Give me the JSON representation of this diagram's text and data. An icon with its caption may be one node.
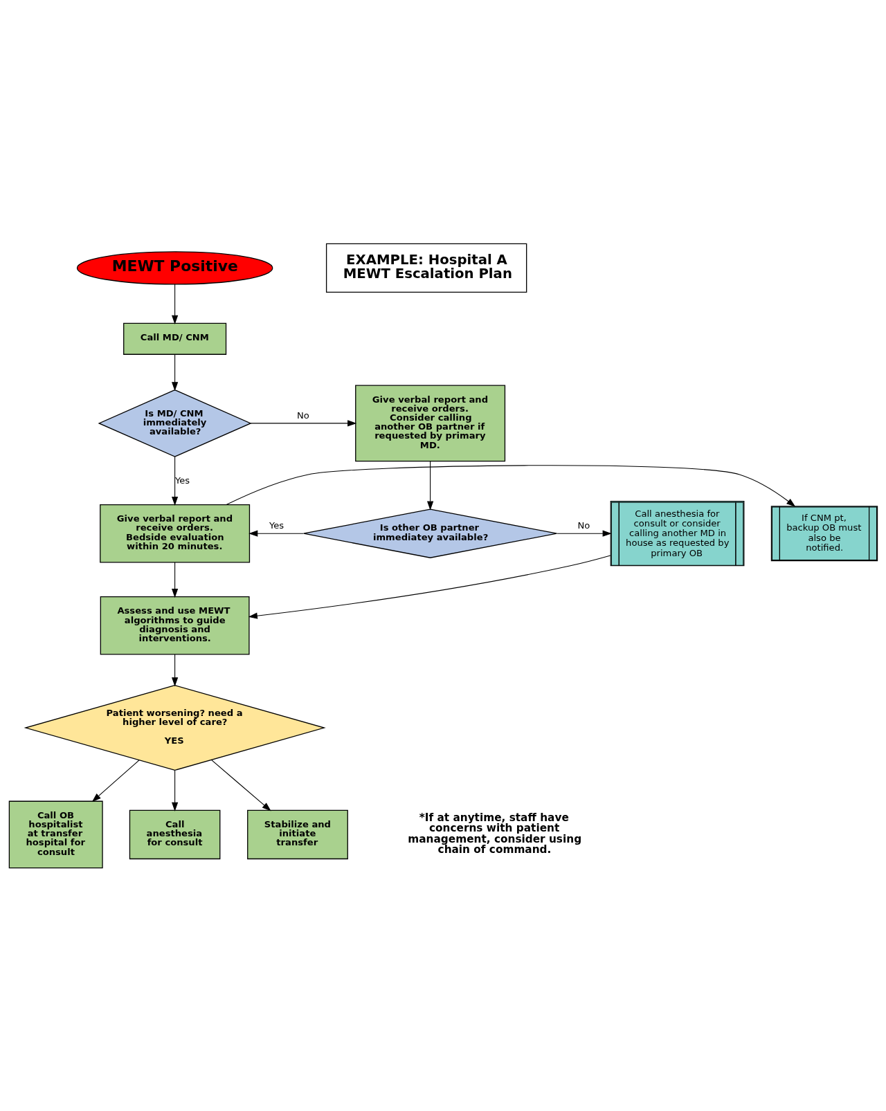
{
  "diagram": {
    "nodes": [
      {
        "text": [
          "MEWT Positive"
        ]
      },
      {
        "text": [
          "EXAMPLE: Hospital A MEWT Escalation Plan"
        ]
      },
      {
        "text": [
          "Call MD/ CNM"
        ]
      },
      {
        "text": [
          "Is MD/ CNM immediately available?"
        ]
      },
      {
        "text": [
          "Give verbal report and receive orders. Consider calling another OB partner if requested by primary MD."
        ]
      },
      {
        "text": [
          "If CNM pt, backup OB must also be notified."
        ]
      },
      {
        "text": [
          "Give verbal report and receive orders. Bedside evaluation within 20 minutes."
        ]
      },
      {
        "text": [
          "Is other OB partner immediatey available?"
        ]
      },
      {
        "text": [
          "Call anesthesia for consult or consider calling another MD in house as requested by primary OB"
        ]
      },
      {
        "text": [
          "Assess and use MEWT algorithms to guide diagnosis and interventions."
        ]
      },
      {
        "text": [
          "Patient worsening? need a higher level of care?",
          "YES"
        ]
      },
      {
        "text": [
          "Call OB hospitalist at transfer hospital for consult"
        ]
      },
      {
        "text": [
          "Call anesthesia for consult"
        ]
      },
      {
        "text": [
          "Stabilize and initiate transfer"
        ]
      }
    ],
    "edges": [
      {
        "from": 0,
        "to": 2,
        "arrow": "to"
      },
      {
        "from": 2,
        "to": 3,
        "arrow": "to"
      },
      {
        "from": 3,
        "to": 4,
        "arrow": "to",
        "label": "No"
      },
      {
        "from": 3,
        "to": 6,
        "arrow": "to",
        "label": "Yes"
      },
      {
        "from": 4,
        "to": 7,
        "arrow": "to"
      },
      {
        "from": 7,
        "to": 6,
        "arrow": "to",
        "label": "Yes"
      },
      {
        "from": 7,
        "to": 8,
        "arrow": "to",
        "label": "No"
      },
      {
        "from": 6,
        "to": 5,
        "arrow": "to"
      },
      {
        "from": 6,
        "to": 9,
        "arrow": "to"
      },
      {
        "from": 8,
        "to": 9,
        "arrow": "to"
      },
      {
        "from": 9,
        "to": 10,
        "arrow": "to"
      },
      {
        "from": 10,
        "to": 11,
        "arrow": "to"
      },
      {
        "from": 10,
        "to": 12,
        "arrow": "to"
      },
      {
        "from": 10,
        "to": 13,
        "arrow": "to"
      }
    ],
    "labels": [
      "*If at anytime, staff have concerns with patient management, consider using chain of command."
    ]
  }
}
